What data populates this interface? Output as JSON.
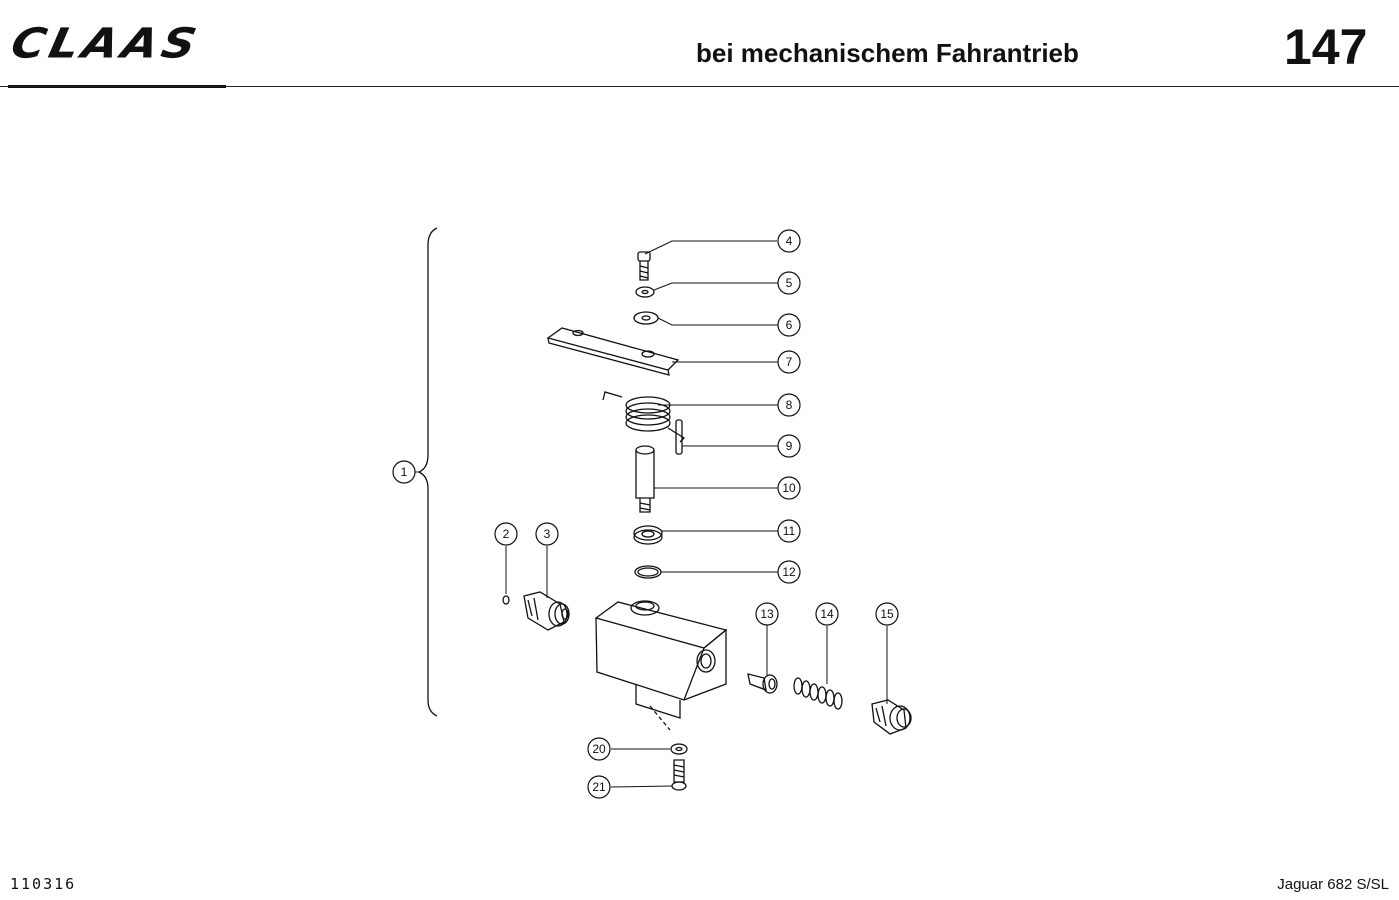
{
  "header": {
    "logo_text": "CLAAS",
    "title": "bei mechanischem Fahrantrieb",
    "page_number": "147"
  },
  "footer": {
    "doc_id": "110316",
    "model": "Jaguar 682 S/SL"
  },
  "callouts": {
    "c1": "1",
    "c2": "2",
    "c3": "3",
    "c4": "4",
    "c5": "5",
    "c6": "6",
    "c7": "7",
    "c8": "8",
    "c9": "9",
    "c10": "10",
    "c11": "11",
    "c12": "12",
    "c13": "13",
    "c14": "14",
    "c15": "15",
    "c20": "20",
    "c21": "21"
  }
}
